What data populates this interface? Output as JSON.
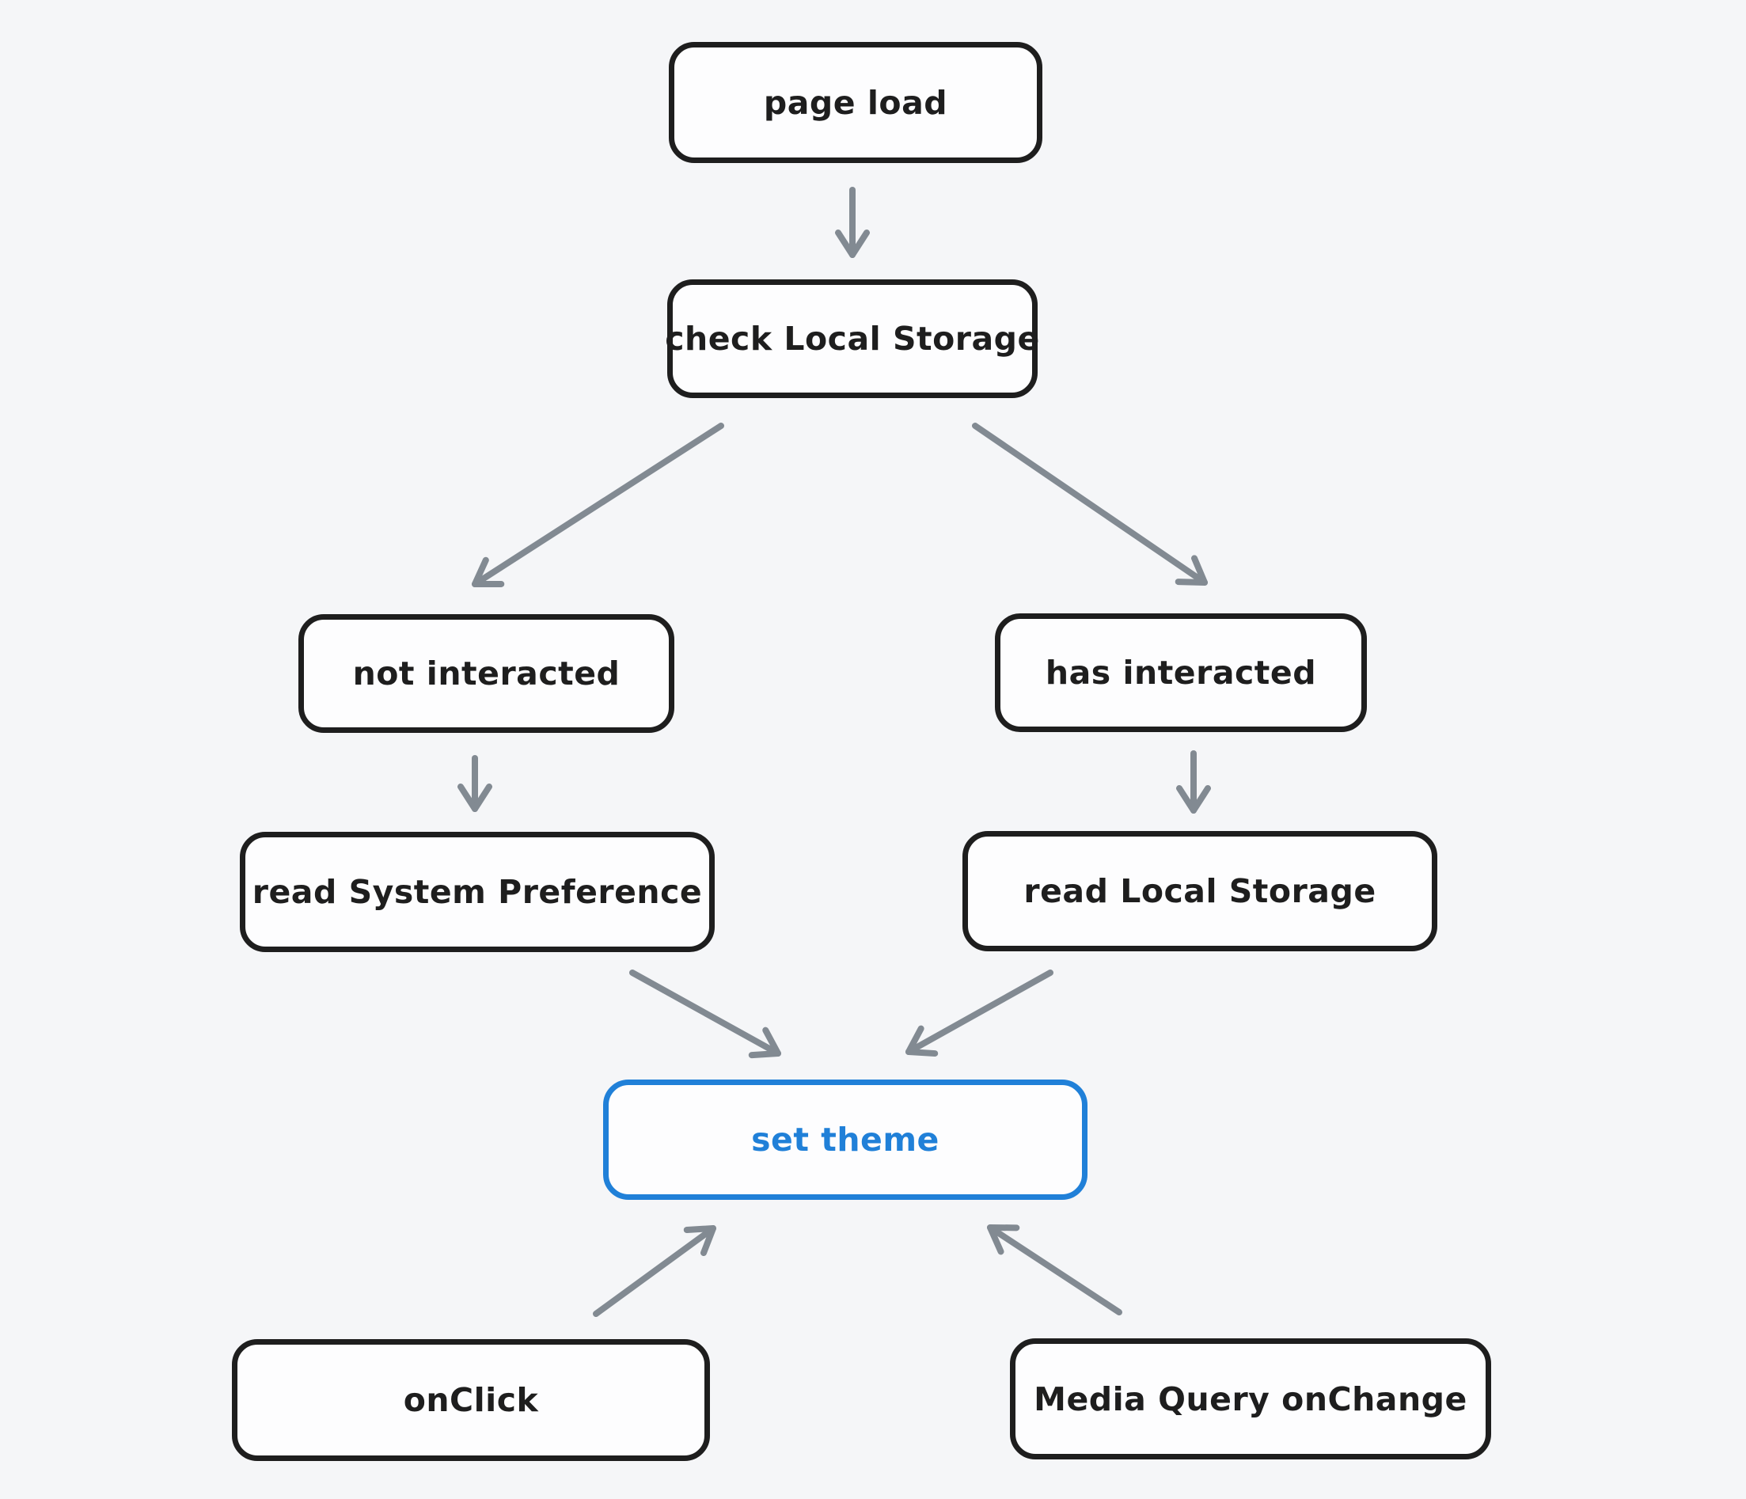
{
  "canvas": {
    "background": "#f5f6f8"
  },
  "colors": {
    "node_stroke": "#1e1e1e",
    "node_fill": "#fdfdfe",
    "node_text": "#1e1e1e",
    "accent_blue": "#2080d8",
    "arrow_gray": "#828a92"
  },
  "nodes": {
    "page_load": {
      "label": "page load"
    },
    "check_local_storage": {
      "label": "check Local Storage"
    },
    "not_interacted": {
      "label": "not interacted"
    },
    "has_interacted": {
      "label": "has interacted"
    },
    "read_system_preference": {
      "label": "read System Preference"
    },
    "read_local_storage": {
      "label": "read Local Storage"
    },
    "set_theme": {
      "label": "set theme",
      "highlighted": true
    },
    "on_click": {
      "label": "onClick"
    },
    "media_query_onchange": {
      "label": "Media Query onChange"
    }
  },
  "edges": [
    {
      "from": "page_load",
      "to": "check_local_storage"
    },
    {
      "from": "check_local_storage",
      "to": "not_interacted"
    },
    {
      "from": "check_local_storage",
      "to": "has_interacted"
    },
    {
      "from": "not_interacted",
      "to": "read_system_preference"
    },
    {
      "from": "has_interacted",
      "to": "read_local_storage"
    },
    {
      "from": "read_system_preference",
      "to": "set_theme"
    },
    {
      "from": "read_local_storage",
      "to": "set_theme"
    },
    {
      "from": "on_click",
      "to": "set_theme"
    },
    {
      "from": "media_query_onchange",
      "to": "set_theme"
    }
  ]
}
